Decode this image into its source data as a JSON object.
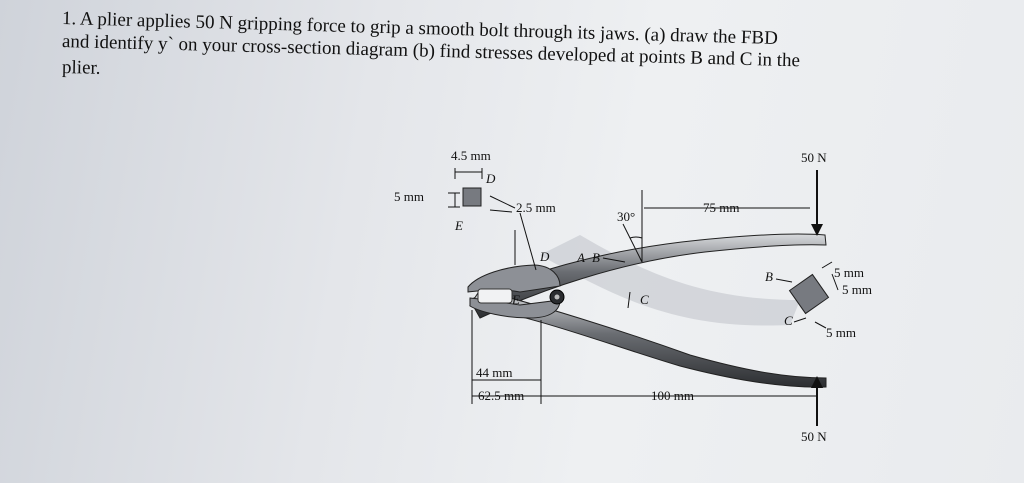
{
  "problem": {
    "line1": "1. A plier applies 50 N gripping force to grip a smooth bolt through its jaws. (a) draw the FBD",
    "line2": "and identify y` on your cross-section diagram (b) find stresses developed at points B and C in the",
    "line3": "plier."
  },
  "figure": {
    "dim_4_5": "4.5 mm",
    "dim_5_left": "5 mm",
    "dim_2_5": "2.5 mm",
    "label_D_top": "D",
    "label_E_top": "E",
    "angle_30": "30°",
    "dim_75": "75 mm",
    "force_top": "50 N",
    "force_bottom": "50 N",
    "label_D": "D",
    "label_A": "A",
    "label_B": "B",
    "label_E": "E",
    "label_C": "C",
    "label_B_sec": "B",
    "label_C_sec": "C",
    "dim_5_sec1": "5 mm",
    "dim_5_sec2": "5 mm",
    "dim_5_sec3": "5 mm",
    "dim_44": "44 mm",
    "dim_62_5": "62.5 mm",
    "dim_100": "100 mm"
  },
  "colors": {
    "handle": "#4a4d52",
    "handle_highlight": "#d8dadd",
    "section": "#777a80",
    "ink": "#111111"
  }
}
